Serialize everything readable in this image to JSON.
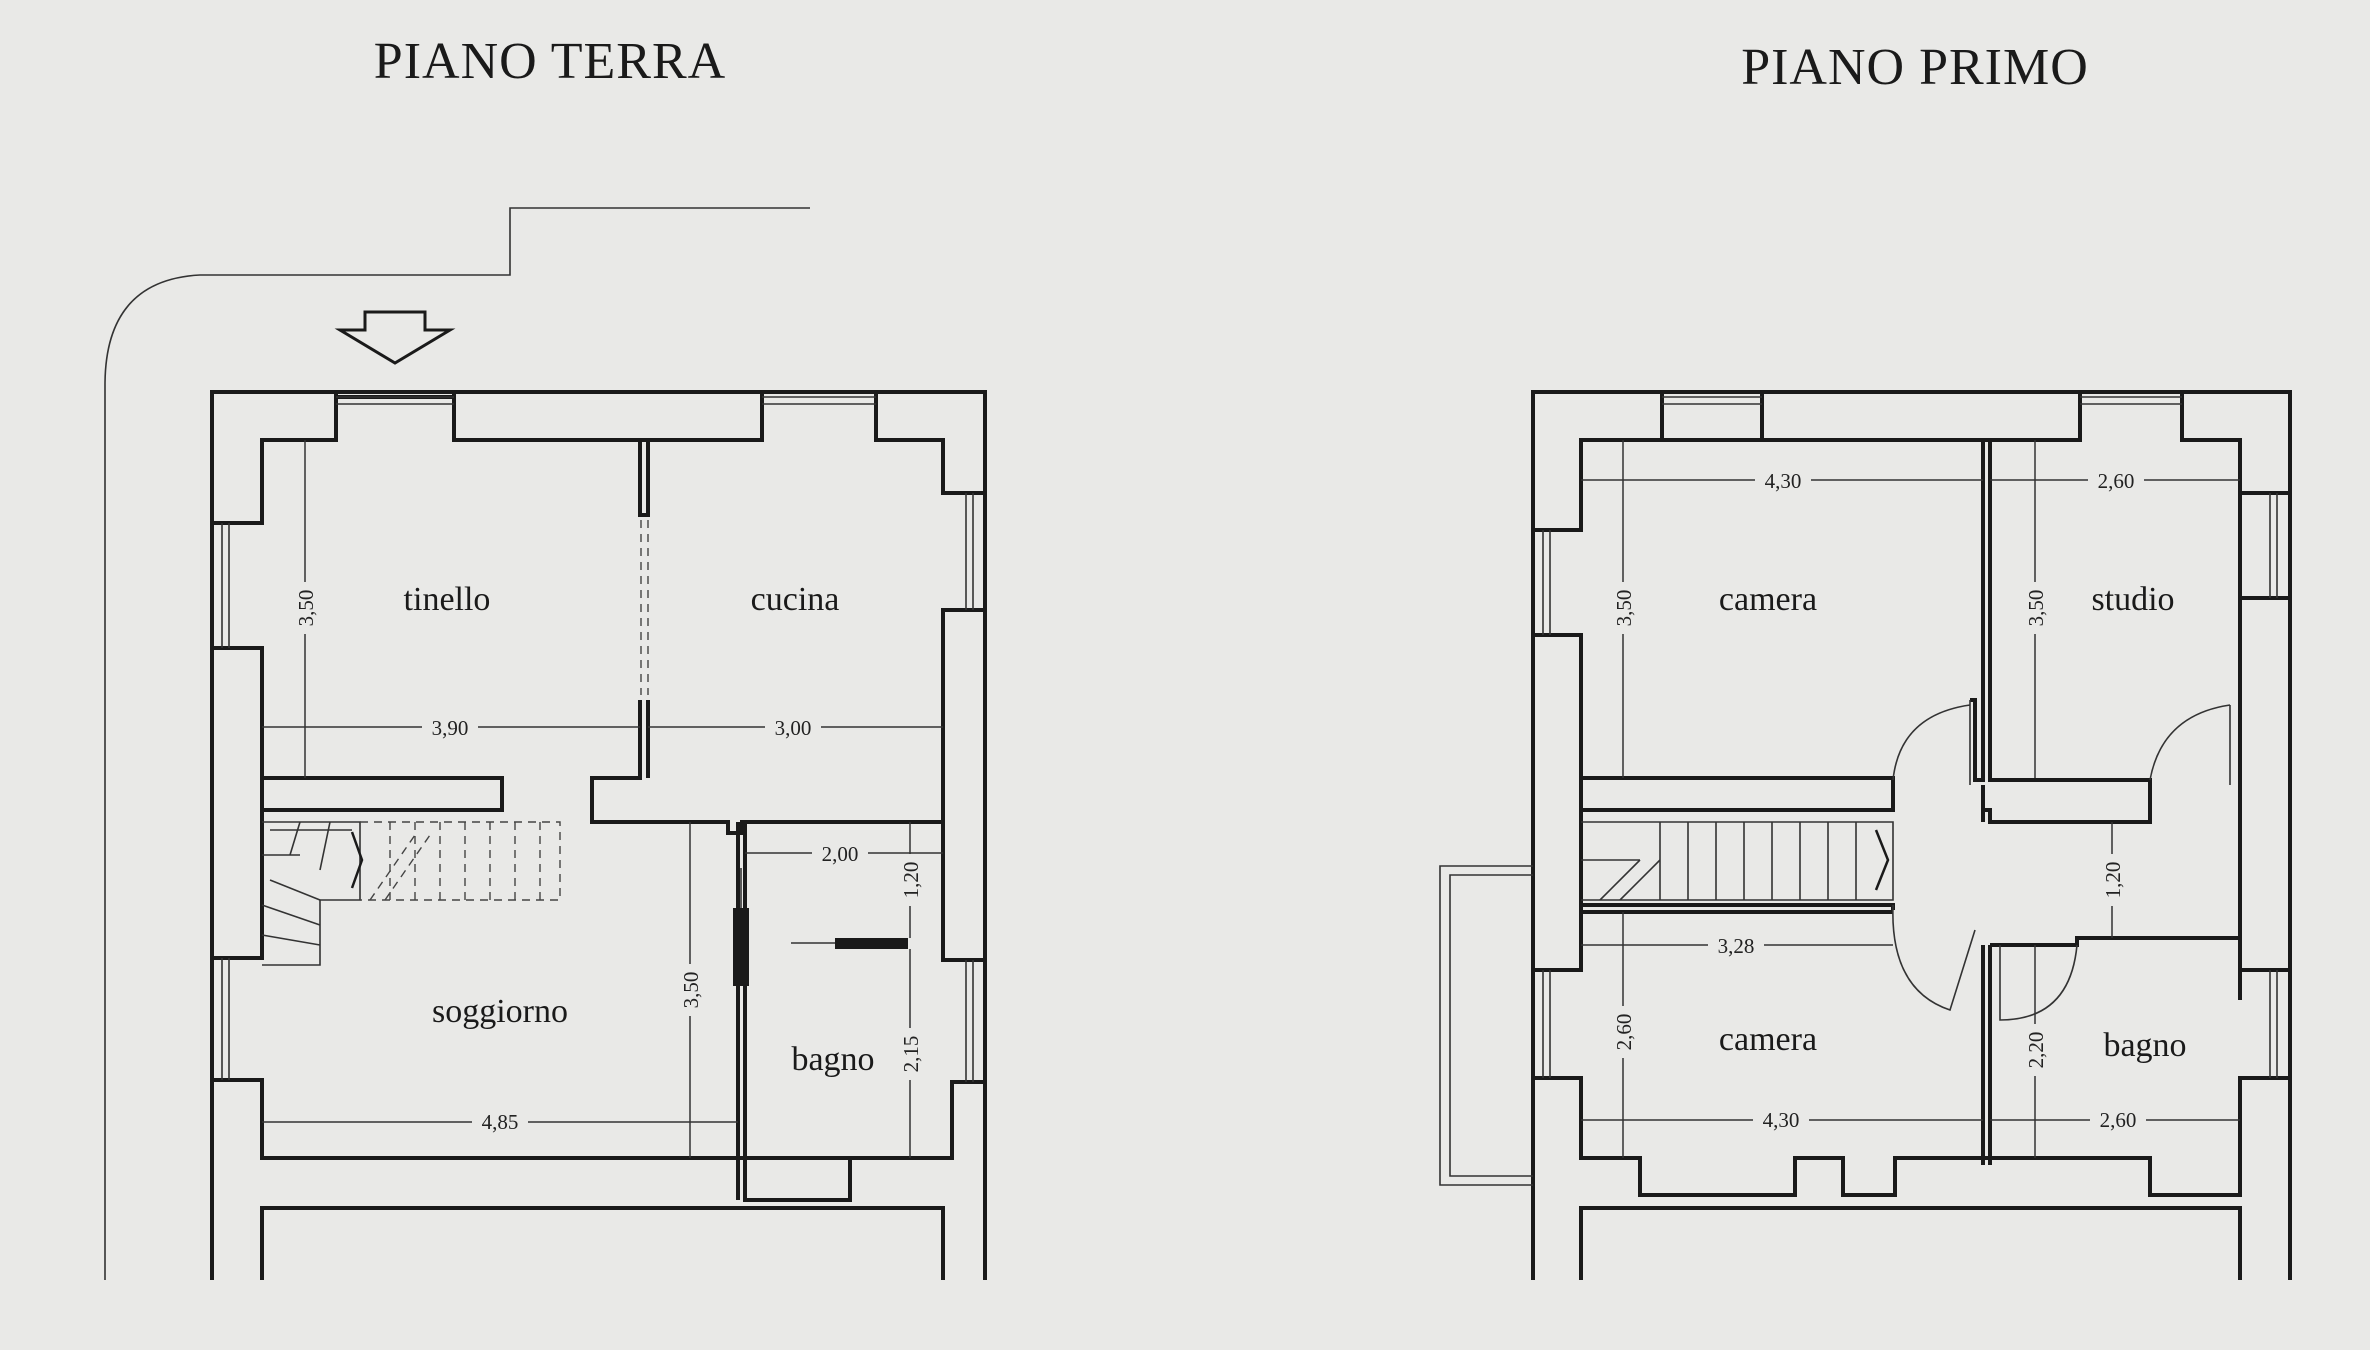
{
  "titles": {
    "ground": "PIANO TERRA",
    "first": "PIANO PRIMO"
  },
  "ground_floor": {
    "rooms": [
      "tinello",
      "cucina",
      "soggiorno",
      "bagno"
    ],
    "dimensions": [
      "3,50",
      "3,90",
      "3,00",
      "2,00",
      "1,20",
      "3,50",
      "2,15",
      "4,85"
    ]
  },
  "first_floor": {
    "rooms": [
      "camera",
      "studio",
      "camera",
      "bagno"
    ],
    "dimensions": [
      "4,30",
      "2,60",
      "3,50",
      "3,50",
      "1,20",
      "3,28",
      "2,60",
      "2,20",
      "4,30",
      "2,60"
    ]
  },
  "icons": {
    "entrance": "entrance-arrow-icon"
  },
  "colors": {
    "background": "#e9e9e7",
    "ink": "#1a1a1a"
  }
}
